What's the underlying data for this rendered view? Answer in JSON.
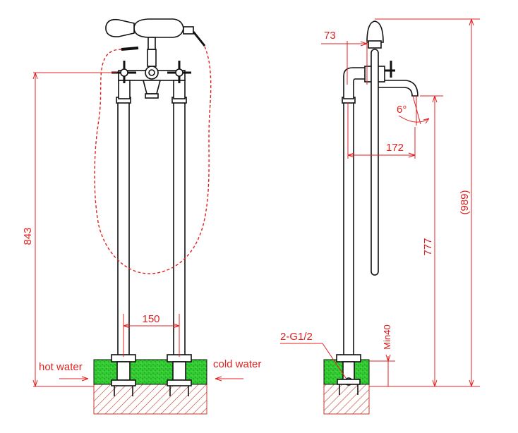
{
  "dimensions": {
    "height_inlet": "843",
    "spacing": "150",
    "offset_top": "73",
    "tilt_angle": "6°",
    "spout_reach": "172",
    "spout_height": "777",
    "total_height": "(989)",
    "min_floor": "Min40",
    "connection": "2-G1/2"
  },
  "labels": {
    "hot": "hot water",
    "cold": "cold water"
  },
  "colors": {
    "dimension": "#e02020",
    "outline": "#111111",
    "floor_fill": "#2ecc40",
    "hatch": "#c0392b"
  }
}
